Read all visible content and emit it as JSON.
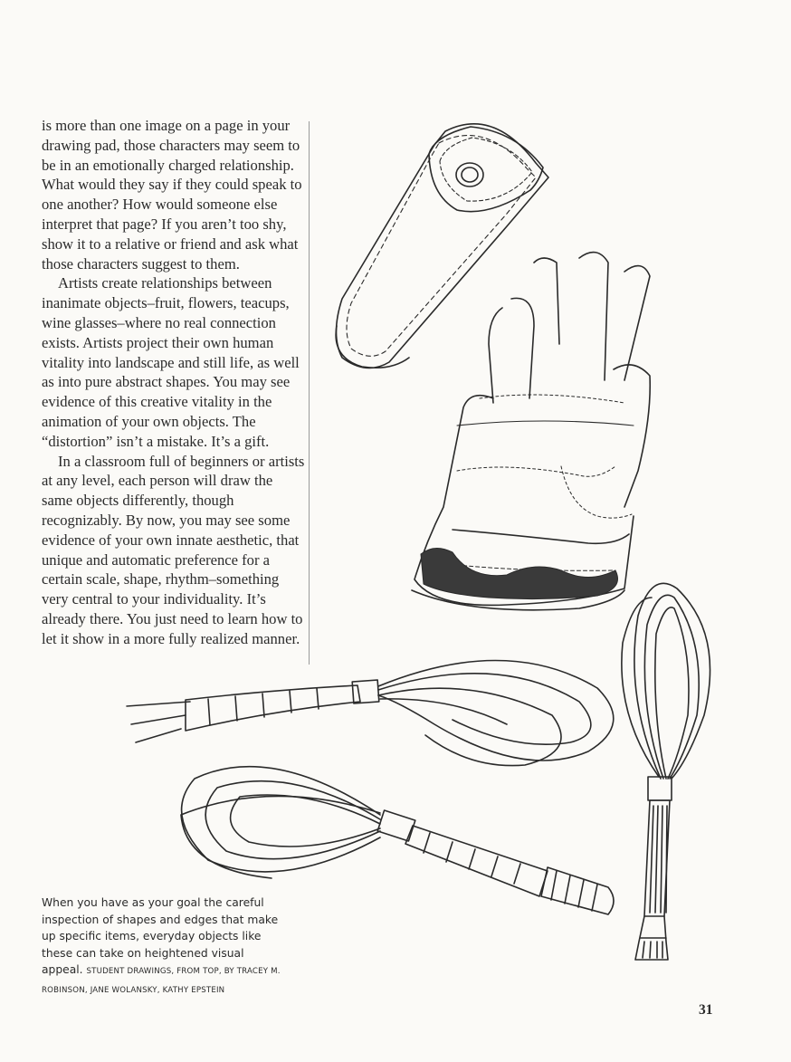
{
  "body": {
    "paragraphs": [
      "is more than one image on a page in your drawing pad, those characters may seem to be in an emotionally charged relationship. What would they say if they could speak to one another? How would someone else interpret that page? If you aren’t too shy, show it to a relative or friend and ask what those characters suggest to them.",
      "Artists create relationships between inanimate objects–fruit, flowers, teacups, wine glasses–where no real connection exists. Artists project their own human vitality into landscape and still life, as well as into pure abstract shapes. You may see evidence of this creative vitality in the animation of your own objects. The “distortion” isn’t a mistake. It’s a gift.",
      "In a classroom full of beginners or artists at any level, each person will draw the same objects differently, though recognizably. By now, you may see some evidence of your own innate aesthetic, that unique and automatic preference for a certain scale, shape, rhythm–something very central to your individuality. It’s already there. You just need to learn how to let it show in a more fully realized manner."
    ]
  },
  "caption": {
    "text": "When you have as your goal the careful inspection of shapes and edges that make up specific items, everyday objects like these can take on heightened visual appeal.",
    "credit": "Student drawings, from top, by Tracey M. Robinson, Jane Wolansky, Kathy Epstein"
  },
  "page_number": "31",
  "colors": {
    "ink": "#2a2a2a",
    "paper": "#fbfaf7",
    "rule": "#9a9a9a"
  },
  "illustrations": [
    "knife-sheath-drawing",
    "glove-drawing",
    "whisk-horizontal-drawing",
    "whisk-diagonal-drawing",
    "whisk-vertical-drawing"
  ]
}
